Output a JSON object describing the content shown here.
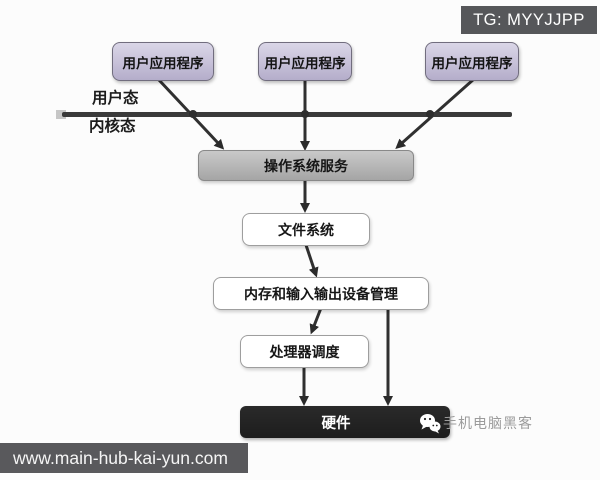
{
  "badge": {
    "text": "TG: MYYJJPP"
  },
  "diagram": {
    "user_mode_label": "用户态",
    "kernel_mode_label": "内核态",
    "app_boxes": [
      {
        "label": "用户应用程序"
      },
      {
        "label": "用户应用程序"
      },
      {
        "label": "用户应用程序"
      }
    ],
    "nodes": {
      "os_services": "操作系统服务",
      "file_system": "文件系统",
      "memory_io": "内存和输入输出设备管理",
      "scheduler": "处理器调度",
      "hardware": "硬件"
    },
    "colors": {
      "app_box_fill": "#c9c3da",
      "os_box_fill": "#b5b5b5",
      "hardware_fill": "#232323",
      "boundary_line": "#3a3a3a",
      "arrow": "#2e2e2e",
      "badge_bg": "#56575a",
      "watermark_text": "#9b9b9b"
    }
  },
  "watermark": {
    "icon": "wechat-icon",
    "text": "手机电脑黑客"
  },
  "url_bar": {
    "text": "www.main-hub-kai-yun.com"
  }
}
